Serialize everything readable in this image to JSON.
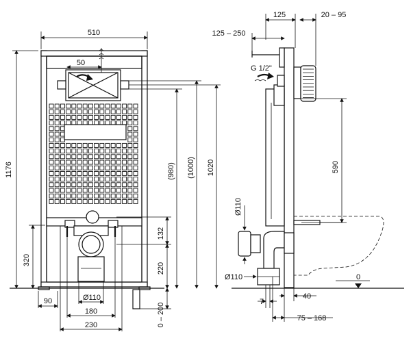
{
  "front_view": {
    "dims": {
      "width_total": "510",
      "flush_plate_offset": "50",
      "height_total": "1176",
      "height_980": "(980)",
      "height_1000": "(1000)",
      "height_1020": "1020",
      "height_132": "132",
      "height_220": "220",
      "height_320": "320",
      "width_90": "90",
      "diam_110": "Ø110",
      "width_180": "180",
      "width_230": "230",
      "depth_range": "0 – 200"
    }
  },
  "side_view": {
    "dims": {
      "top_125": "125",
      "top_20_95": "20 – 95",
      "top_125_250": "125 – 250",
      "inlet_label": "G 1/2\"",
      "height_590": "590",
      "diam_110_top": "Ø110",
      "diam_110_bottom": "Ø110",
      "floor_zero": "0",
      "bottom_7": "7",
      "bottom_40": "40",
      "bottom_75_168": "75 – 168"
    }
  }
}
